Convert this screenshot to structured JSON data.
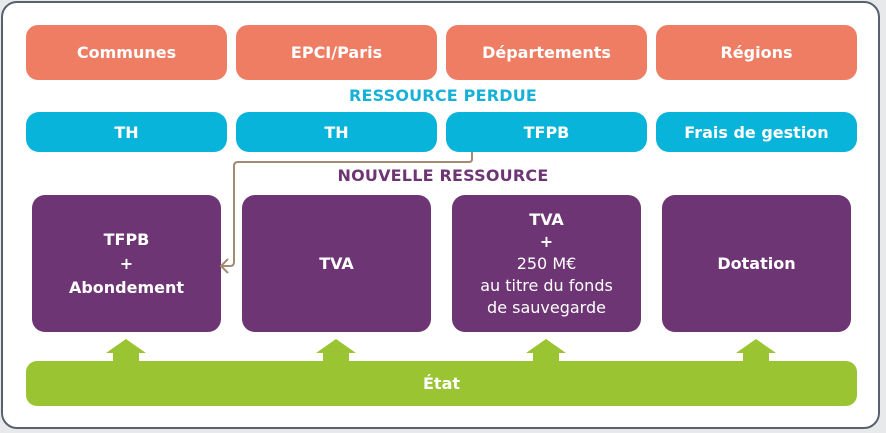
{
  "diagram": {
    "collectivites": [
      {
        "id": "communes",
        "label": "Communes"
      },
      {
        "id": "epci-paris",
        "label": "EPCI/Paris"
      },
      {
        "id": "departements",
        "label": "Départements"
      },
      {
        "id": "regions",
        "label": "Régions"
      }
    ],
    "lost_resource_heading": "RESSOURCE PERDUE",
    "lost_resources": [
      {
        "label": "TH"
      },
      {
        "label": "TH"
      },
      {
        "label": "TFPB"
      },
      {
        "label": "Frais de gestion"
      }
    ],
    "new_resource_heading": "NOUVELLE RESSOURCE",
    "new_resources": [
      {
        "lines": [
          "TFPB",
          "+",
          "Abondement"
        ]
      },
      {
        "lines": [
          "TVA"
        ]
      },
      {
        "lines": [
          "TVA",
          "+",
          "250 M€",
          "au titre du fonds",
          "de sauvegarde"
        ]
      },
      {
        "lines": [
          "Dotation"
        ]
      }
    ],
    "source": "État",
    "connector": {
      "from": "lost_resources.2 (TFPB – Départements)",
      "to": "new_resources.0 (Communes)"
    },
    "colors": {
      "collectivite": "#ee7d64",
      "lost_resource": "#08b4da",
      "new_resource": "#6e3574",
      "source": "#9bc432",
      "connector": "#a28b72",
      "frame_border": "#596170"
    }
  }
}
